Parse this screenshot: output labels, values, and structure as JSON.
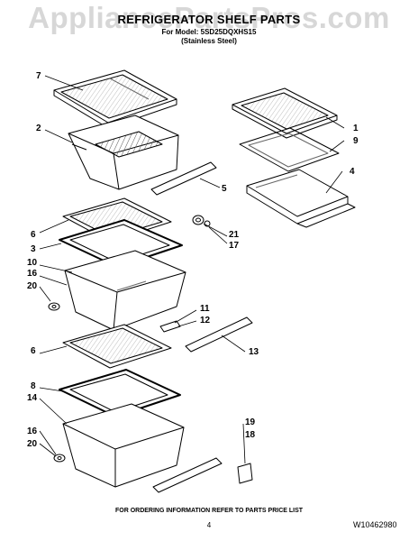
{
  "watermark": "AppliancePartsPros.com",
  "header": {
    "title": "REFRIGERATOR SHELF PARTS",
    "model_line": "For Model: 5SD25DQXHS15",
    "finish_line": "(Stainless Steel)"
  },
  "callouts": [
    {
      "id": "c7",
      "label": "7"
    },
    {
      "id": "c2",
      "label": "2"
    },
    {
      "id": "c1",
      "label": "1"
    },
    {
      "id": "c9",
      "label": "9"
    },
    {
      "id": "c4",
      "label": "4"
    },
    {
      "id": "c5",
      "label": "5"
    },
    {
      "id": "c6a",
      "label": "6"
    },
    {
      "id": "c3",
      "label": "3"
    },
    {
      "id": "c21",
      "label": "21"
    },
    {
      "id": "c17",
      "label": "17"
    },
    {
      "id": "c10",
      "label": "10"
    },
    {
      "id": "c16a",
      "label": "16"
    },
    {
      "id": "c20a",
      "label": "20"
    },
    {
      "id": "c11",
      "label": "11"
    },
    {
      "id": "c12",
      "label": "12"
    },
    {
      "id": "c13",
      "label": "13"
    },
    {
      "id": "c6b",
      "label": "6"
    },
    {
      "id": "c8",
      "label": "8"
    },
    {
      "id": "c14",
      "label": "14"
    },
    {
      "id": "c19",
      "label": "19"
    },
    {
      "id": "c18",
      "label": "18"
    },
    {
      "id": "c16b",
      "label": "16"
    },
    {
      "id": "c20b",
      "label": "20"
    }
  ],
  "footer": {
    "ordering_note": "FOR ORDERING INFORMATION REFER TO PARTS PRICE LIST",
    "page_number": "4",
    "document_id": "W10462980"
  }
}
